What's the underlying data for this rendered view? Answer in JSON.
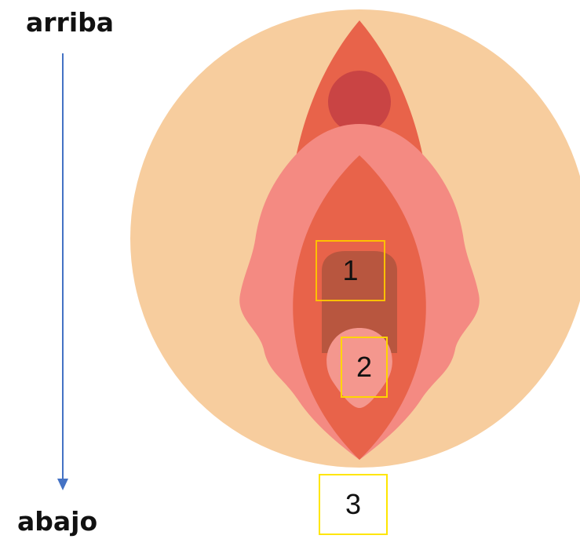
{
  "labels": {
    "top": "arriba",
    "bottom": "abajo"
  },
  "markers": [
    "1",
    "2",
    "3"
  ],
  "colors": {
    "skin": "#f7cd9e",
    "outer_red": "#e8634a",
    "clitoris": "#c94444",
    "labia_pink": "#f48a82",
    "inner_dark": "#b8563f",
    "opening_pink": "#f4978e",
    "arrow": "#4472c4",
    "box_outline": "#ffc000"
  }
}
